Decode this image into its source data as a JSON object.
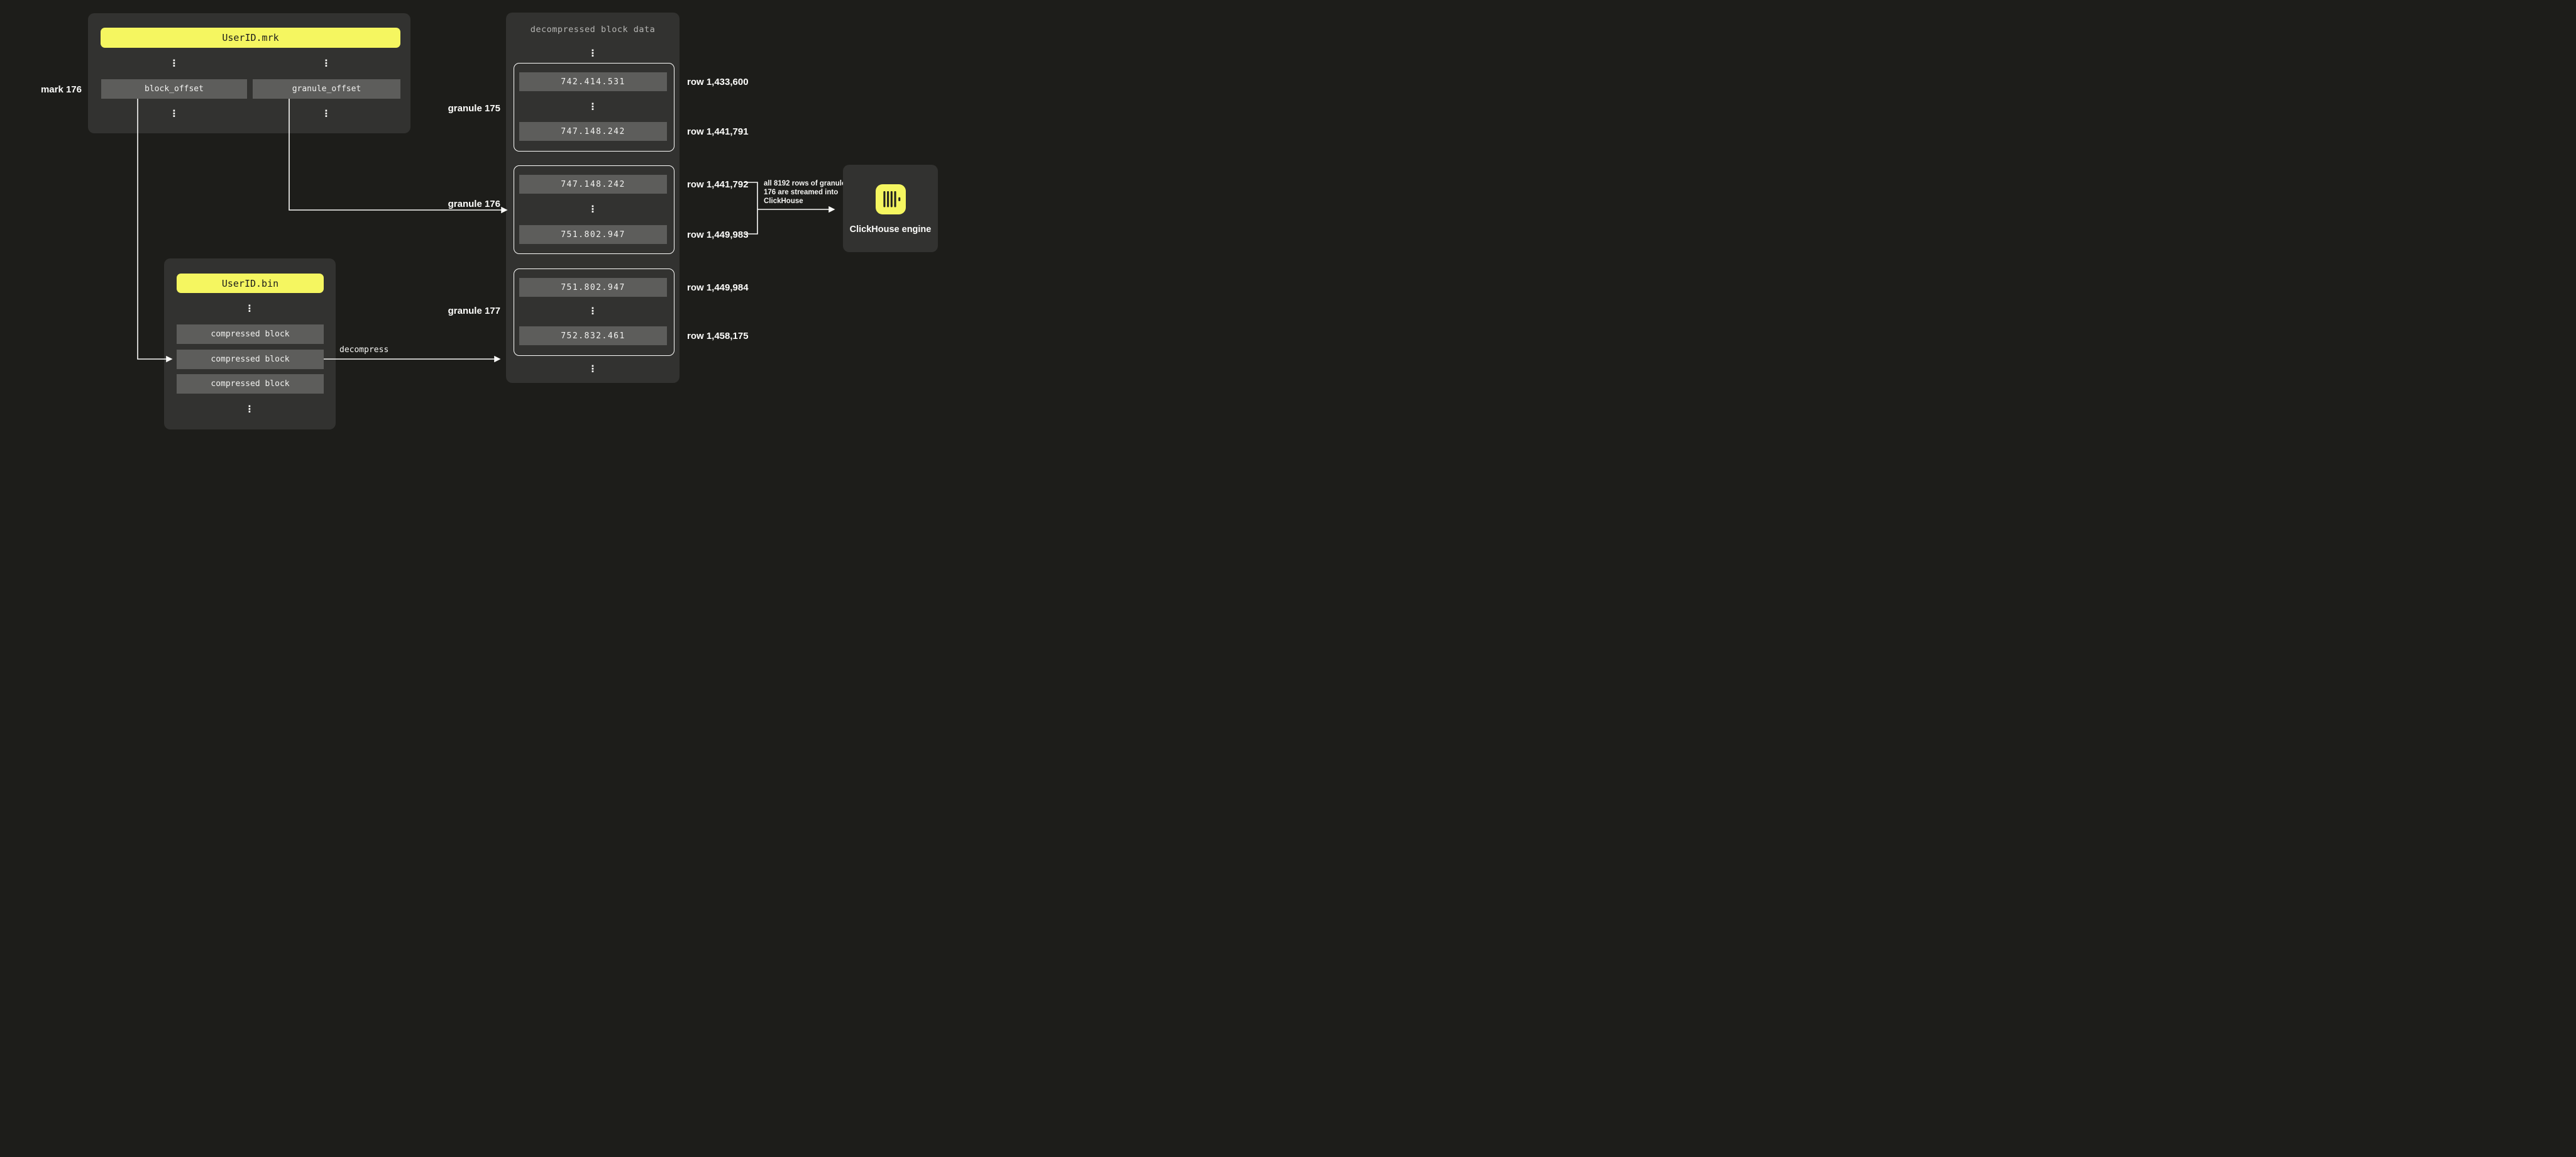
{
  "colors": {
    "background": "#1d1d1a",
    "panel": "#323230",
    "gray_box": "#5d5d5b",
    "accent_yellow": "#f5f660",
    "line_white": "#fafaf8",
    "muted_title": "#b5b5b3"
  },
  "ellipsis": "⋮",
  "mrk": {
    "title": "UserID.mrk",
    "mark_label": "mark 176",
    "fields": [
      "block_offset",
      "granule_offset"
    ]
  },
  "bin": {
    "title": "UserID.bin",
    "blocks": [
      "compressed block",
      "compressed block",
      "compressed block"
    ]
  },
  "decompress_label": "decompress",
  "decompressed": {
    "title": "decompressed block data",
    "granules": [
      {
        "label": "granule 175",
        "first_value": "742.414.531",
        "last_value": "747.148.242",
        "first_row": "row 1,433,600",
        "last_row": "row 1,441,791"
      },
      {
        "label": "granule 176",
        "first_value": "747.148.242",
        "last_value": "751.802.947",
        "first_row": "row 1,441,792",
        "last_row": "row 1,449,983"
      },
      {
        "label": "granule 177",
        "first_value": "751.802.947",
        "last_value": "752.832.461",
        "first_row": "row 1,449,984",
        "last_row": "row 1,458,175"
      }
    ]
  },
  "annotation": {
    "lines": [
      "all 8192 rows of granule",
      "176 are streamed into",
      "ClickHouse"
    ]
  },
  "engine": {
    "label": "ClickHouse engine"
  }
}
